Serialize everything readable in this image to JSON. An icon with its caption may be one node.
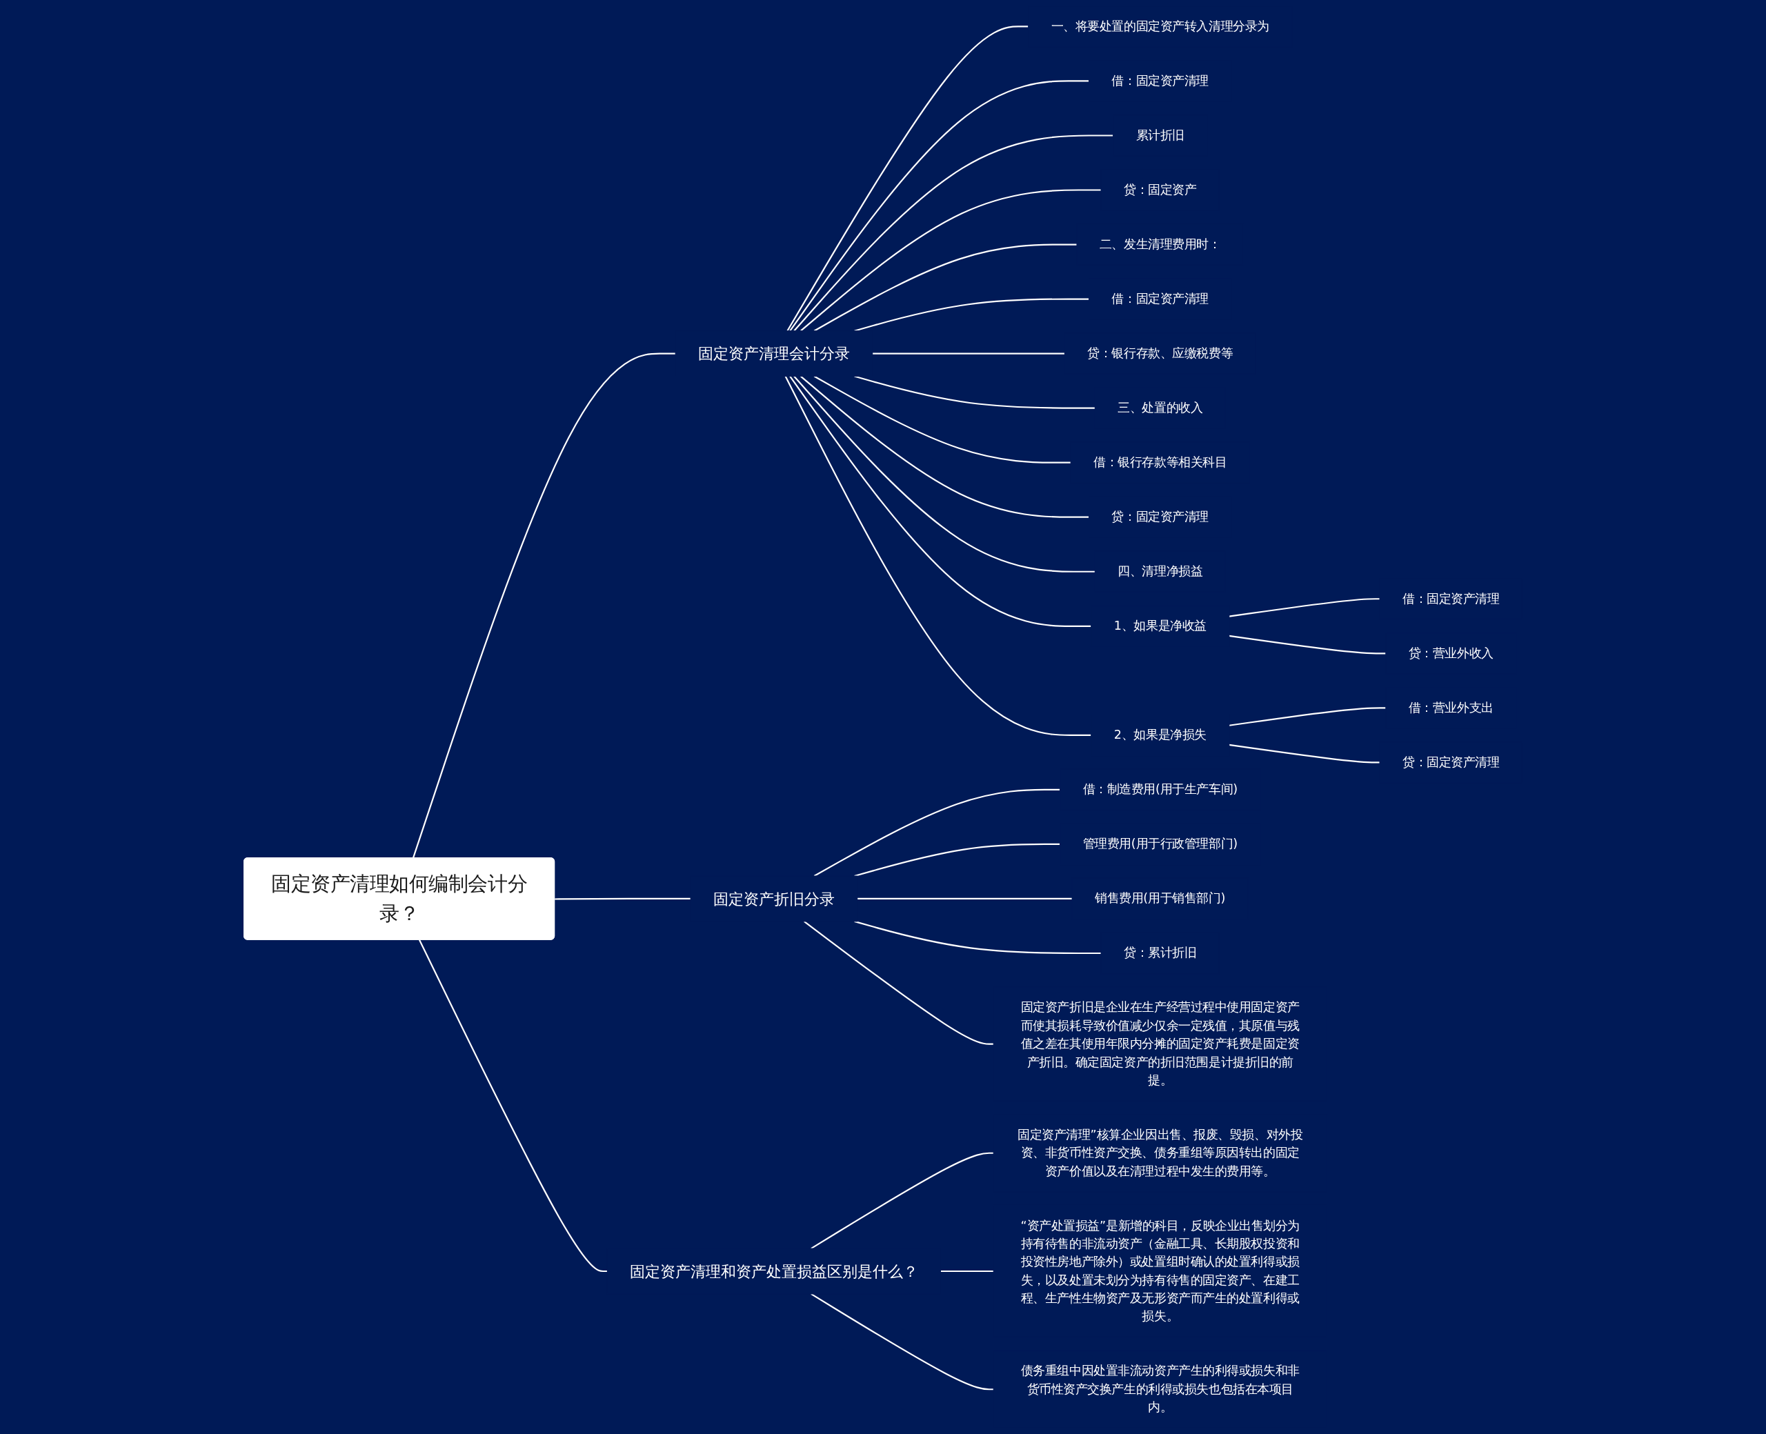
{
  "diagram": {
    "nodes": [
      {
        "text": [
          "固定资产清理如何编制会计分录？"
        ]
      },
      {
        "text": [
          "固定资产清理会计分录"
        ]
      },
      {
        "text": [
          "一、将要处置的固定资产转入清理分录为"
        ]
      },
      {
        "text": [
          "借：固定资产清理"
        ]
      },
      {
        "text": [
          "累计折旧"
        ]
      },
      {
        "text": [
          "贷：固定资产"
        ]
      },
      {
        "text": [
          "二、发生清理费用时："
        ]
      },
      {
        "text": [
          "借：固定资产清理"
        ]
      },
      {
        "text": [
          "贷：银行存款、应缴税费等"
        ]
      },
      {
        "text": [
          "三、处置的收入"
        ]
      },
      {
        "text": [
          "借：银行存款等相关科目"
        ]
      },
      {
        "text": [
          "贷：固定资产清理"
        ]
      },
      {
        "text": [
          "四、清理净损益"
        ]
      },
      {
        "text": [
          "1、如果是净收益"
        ]
      },
      {
        "text": [
          "借：固定资产清理"
        ]
      },
      {
        "text": [
          "贷：营业外收入"
        ]
      },
      {
        "text": [
          "2、如果是净损失"
        ]
      },
      {
        "text": [
          "借：营业外支出"
        ]
      },
      {
        "text": [
          "贷：固定资产清理"
        ]
      },
      {
        "text": [
          "固定资产折旧分录"
        ]
      },
      {
        "text": [
          "借：制造费用(用于生产车间)"
        ]
      },
      {
        "text": [
          "管理费用(用于行政管理部门)"
        ]
      },
      {
        "text": [
          "销售费用(用于销售部门)"
        ]
      },
      {
        "text": [
          "贷：累计折旧"
        ]
      },
      {
        "text": [
          "固定资产折旧是企业在生产经营过程中使用固定资产而使其损耗导致价值减少仅余一定残值，其原值与残值之差在其使用年限内分摊的固定资产耗费是固定资产折旧。确定固定资产的折旧范围是计提折旧的前提。"
        ]
      },
      {
        "text": [
          "固定资产清理和资产处置损益区别是什么？"
        ]
      },
      {
        "text": [
          "固定资产清理”核算企业因出售、报废、毁损、对外投资、非货币性资产交换、债务重组等原因转出的固定资产价值以及在清理过程中发生的费用等。"
        ]
      },
      {
        "text": [
          "“资产处置损益”是新增的科目，反映企业出售划分为持有待售的非流动资产（金融工具、长期股权投资和投资性房地产除外）或处置组时确认的处置利得或损失，以及处置未划分为持有待售的固定资产、在建工程、生产性生物资产及无形资产而产生的处置利得或损失。"
        ]
      },
      {
        "text": [
          "债务重组中因处置非流动资产产生的利得或损失和非货币性资产交换产生的利得或损失也包括在本项目内。"
        ]
      }
    ],
    "edges": [
      {
        "from": 0,
        "to": 1,
        "arrow": "none"
      },
      {
        "from": 1,
        "to": 2,
        "arrow": "none"
      },
      {
        "from": 1,
        "to": 3,
        "arrow": "none"
      },
      {
        "from": 1,
        "to": 4,
        "arrow": "none"
      },
      {
        "from": 1,
        "to": 5,
        "arrow": "none"
      },
      {
        "from": 1,
        "to": 6,
        "arrow": "none"
      },
      {
        "from": 1,
        "to": 7,
        "arrow": "none"
      },
      {
        "from": 1,
        "to": 8,
        "arrow": "none"
      },
      {
        "from": 1,
        "to": 9,
        "arrow": "none"
      },
      {
        "from": 1,
        "to": 10,
        "arrow": "none"
      },
      {
        "from": 1,
        "to": 11,
        "arrow": "none"
      },
      {
        "from": 1,
        "to": 12,
        "arrow": "none"
      },
      {
        "from": 1,
        "to": 13,
        "arrow": "none"
      },
      {
        "from": 13,
        "to": 14,
        "arrow": "none"
      },
      {
        "from": 13,
        "to": 15,
        "arrow": "none"
      },
      {
        "from": 1,
        "to": 16,
        "arrow": "none"
      },
      {
        "from": 16,
        "to": 17,
        "arrow": "none"
      },
      {
        "from": 16,
        "to": 18,
        "arrow": "none"
      },
      {
        "from": 0,
        "to": 19,
        "arrow": "none"
      },
      {
        "from": 19,
        "to": 20,
        "arrow": "none"
      },
      {
        "from": 19,
        "to": 21,
        "arrow": "none"
      },
      {
        "from": 19,
        "to": 22,
        "arrow": "none"
      },
      {
        "from": 19,
        "to": 23,
        "arrow": "none"
      },
      {
        "from": 19,
        "to": 24,
        "arrow": "none"
      },
      {
        "from": 0,
        "to": 25,
        "arrow": "none"
      },
      {
        "from": 25,
        "to": 26,
        "arrow": "none"
      },
      {
        "from": 25,
        "to": 27,
        "arrow": "none"
      },
      {
        "from": 25,
        "to": 28,
        "arrow": "none"
      }
    ]
  }
}
